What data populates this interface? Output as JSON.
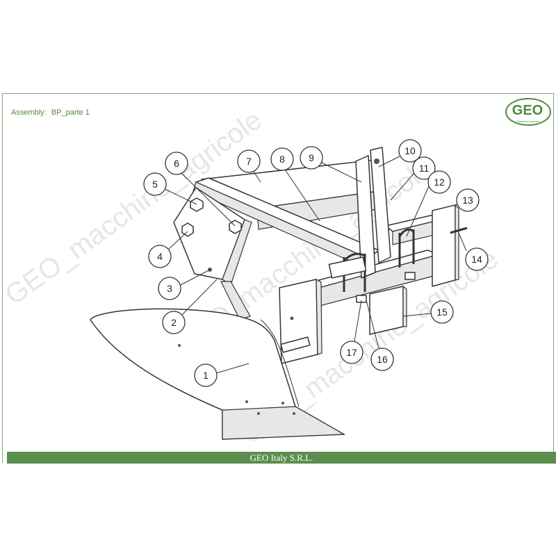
{
  "header": {
    "assembly_label": "Assembly:",
    "assembly_name": "BP_parte 1"
  },
  "logo": {
    "text": "GEO",
    "tagline": "Macchine Agricole",
    "color": "#4f8a3b"
  },
  "footer": {
    "text": "GEO Italy S.R.L.",
    "color": "#5b8e4e"
  },
  "watermark": {
    "text": "GEO_macchine_agricole"
  },
  "callouts": [
    "1",
    "2",
    "3",
    "4",
    "5",
    "6",
    "7",
    "8",
    "9",
    "10",
    "11",
    "12",
    "13",
    "14",
    "15",
    "16",
    "17"
  ]
}
